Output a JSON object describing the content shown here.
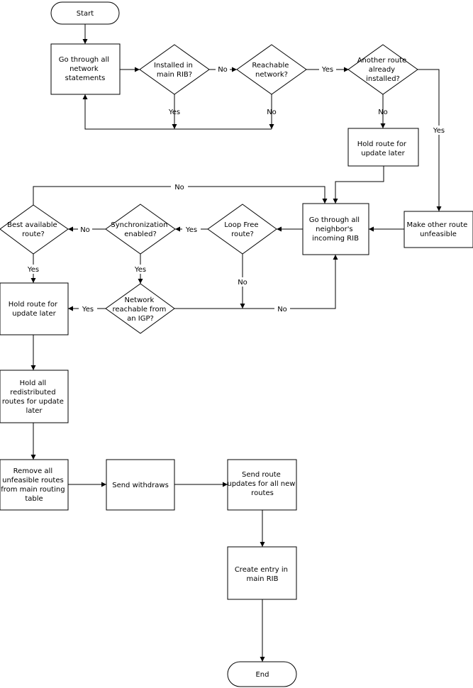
{
  "nodes": {
    "start": "Start",
    "go_network": [
      "Go through all",
      "network",
      "statements"
    ],
    "installed_rib": [
      "Installed in",
      "main RIB?"
    ],
    "reachable_network": [
      "Reachable",
      "network?"
    ],
    "another_route": [
      "Another route",
      "already",
      "installed?"
    ],
    "hold_route_top": [
      "Hold route for",
      "update later"
    ],
    "go_neighbor": [
      "Go through all",
      "neighbor's",
      "incoming RIB"
    ],
    "make_unfeasible": [
      "Make other route",
      "unfeasible"
    ],
    "loop_free": [
      "Loop Free",
      "route?"
    ],
    "sync_enabled": [
      "Synchronization",
      "enabled?"
    ],
    "best_available": [
      "Best available",
      "route?"
    ],
    "network_igp": [
      "Network",
      "reachable from",
      "an IGP?"
    ],
    "hold_route_left": [
      "Hold route for",
      "update later"
    ],
    "hold_redistributed": [
      "Hold all",
      "redistributed",
      "routes for update",
      "later"
    ],
    "remove_unfeasible": [
      "Remove all",
      "unfeasible routes",
      "from main routing",
      "table"
    ],
    "send_withdraws": [
      "Send withdraws"
    ],
    "send_updates": [
      "Send route",
      "updates for all new",
      "routes"
    ],
    "create_entry": [
      "Create entry in",
      "main RIB"
    ],
    "end": "End"
  },
  "edge_labels": {
    "installed_no": "No",
    "installed_yes": "Yes",
    "reachable_yes": "Yes",
    "reachable_no": "No",
    "another_no": "No",
    "another_yes": "Yes",
    "best_no": "No",
    "loop_yes": "Yes",
    "sync_no": "No",
    "best_yes": "Yes",
    "sync_yes": "Yes",
    "loop_no": "No",
    "igp_yes": "Yes",
    "igp_no": "No"
  }
}
